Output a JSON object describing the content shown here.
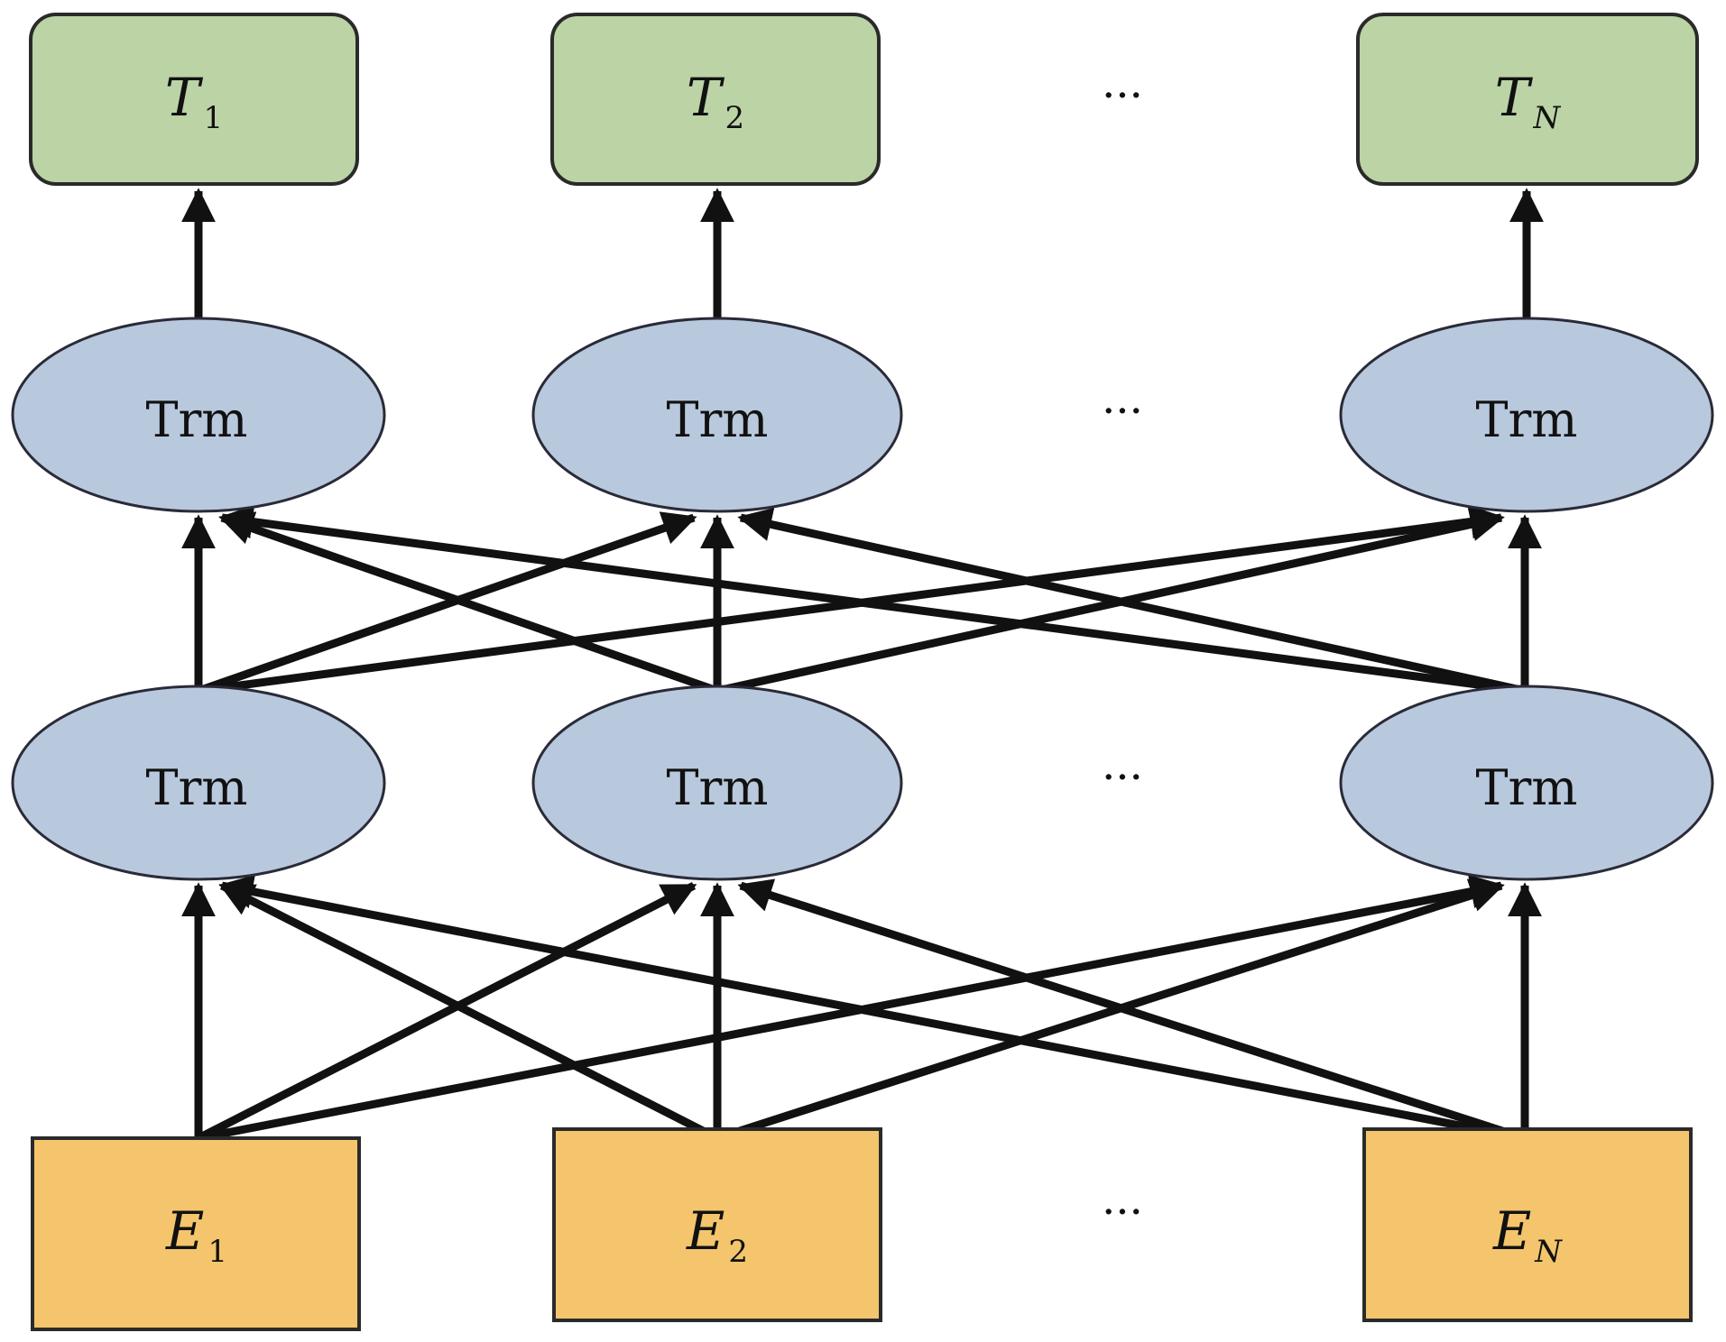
{
  "outputs": [
    {
      "main": "T",
      "sub": "1"
    },
    {
      "main": "T",
      "sub": "2"
    },
    {
      "main": "T",
      "sub": "N"
    }
  ],
  "transformer_label": "Trm",
  "inputs": [
    {
      "main": "E",
      "sub": "1"
    },
    {
      "main": "E",
      "sub": "2"
    },
    {
      "main": "E",
      "sub": "N"
    }
  ],
  "ellipsis": "···",
  "colors": {
    "output_fill": "#bcd3a6",
    "transformer_fill": "#b8c9de",
    "input_fill": "#f4c56c",
    "edge": "#111111"
  }
}
